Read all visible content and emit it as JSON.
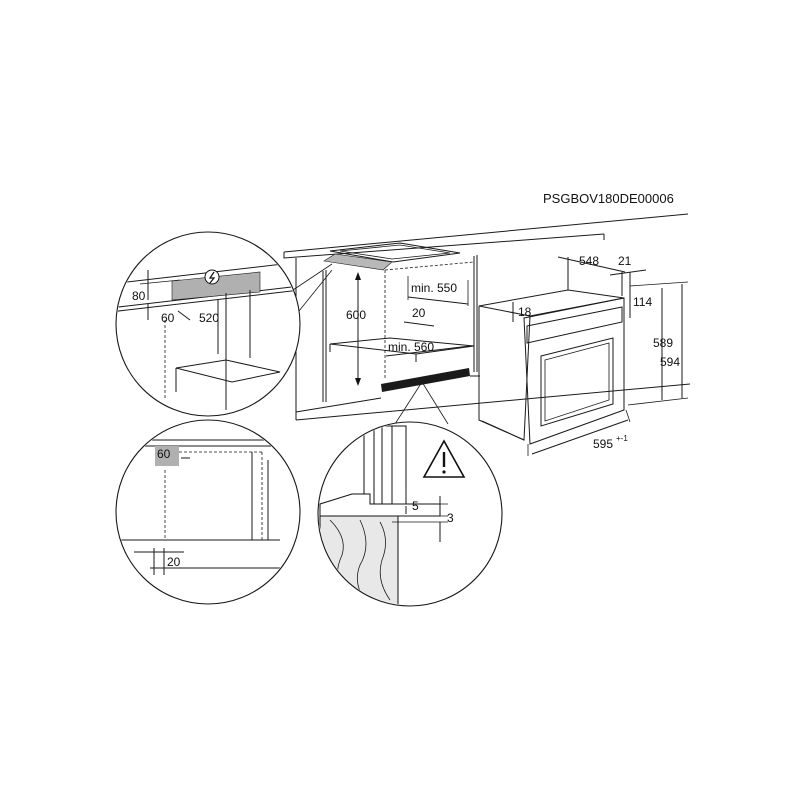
{
  "drawing_code": "PSGBOV180DE00006",
  "dimensions": {
    "oven_depth": "548",
    "oven_front": "21",
    "oven_top_offset": "114",
    "oven_top_gap": "18",
    "oven_height_inner": "589",
    "oven_height": "594",
    "oven_width": "595",
    "oven_width_tolerance": "+-1",
    "niche_height": "600",
    "niche_depth_min": "min. 550",
    "niche_width_min": "min. 560",
    "niche_front_gap": "20"
  },
  "detail_top_left": {
    "gap_height": "80",
    "rear_gap": "60",
    "panel_height": "520"
  },
  "detail_bottom_left": {
    "rear_gap": "60",
    "front_gap": "20"
  },
  "detail_bottom_center": {
    "gap_a": "5",
    "gap_b": "3"
  },
  "icons": [
    "lightning-icon",
    "warning-icon"
  ]
}
